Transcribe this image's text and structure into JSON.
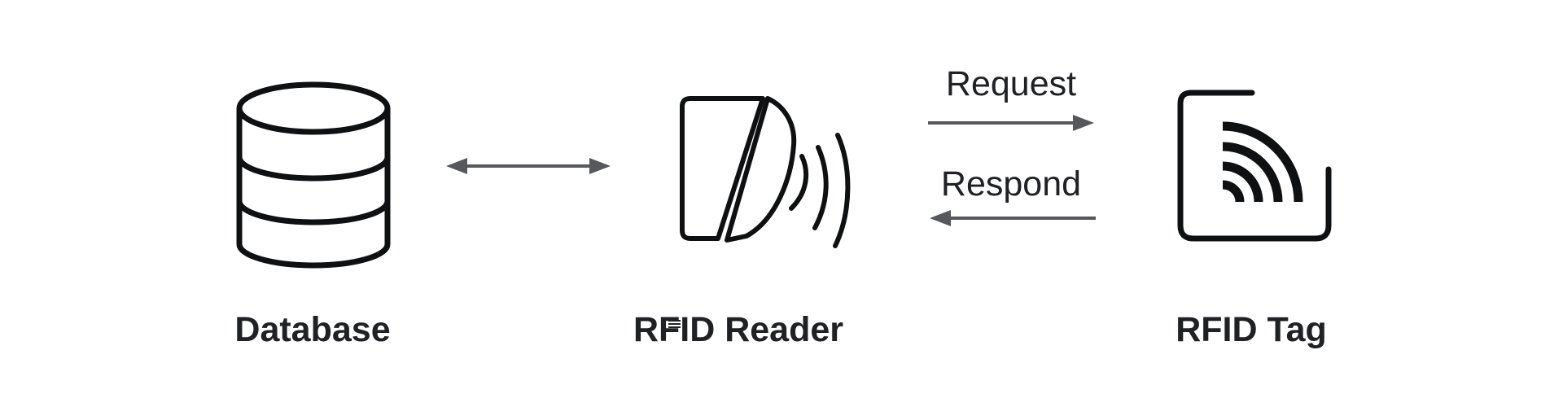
{
  "colors": {
    "background": "#ffffff",
    "text": "#202124",
    "icon": "#0f1011",
    "arrow": "#56585b"
  },
  "nodes": [
    {
      "id": "database",
      "label": "Database",
      "icon": "database-cylinder-icon"
    },
    {
      "id": "rfid-reader",
      "label": "RFID Reader",
      "icon": "contactless-card-reader-icon"
    },
    {
      "id": "rfid-tag",
      "label": "RFID Tag",
      "icon": "rfid-signal-tag-icon"
    }
  ],
  "connections": [
    {
      "from": "Database",
      "to": "RFID Reader",
      "direction": "bidirectional",
      "label": ""
    },
    {
      "from": "RFID Reader",
      "to": "RFID Tag",
      "direction": "forward",
      "label": "Request"
    },
    {
      "from": "RFID Tag",
      "to": "RFID Reader",
      "direction": "backward",
      "label": "Respond"
    }
  ]
}
